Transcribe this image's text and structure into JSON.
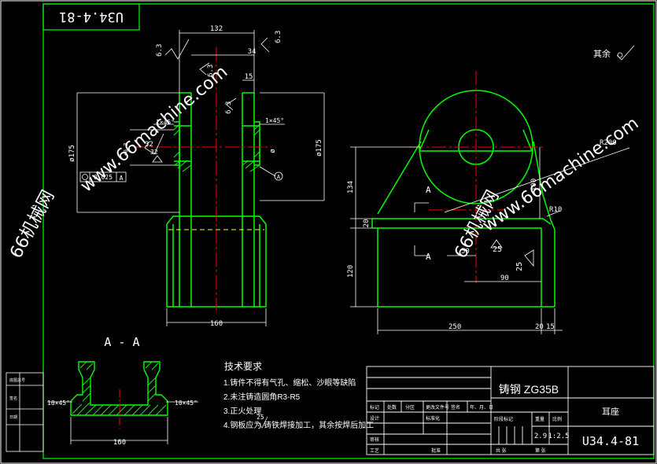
{
  "title_tag": "U34.4-81",
  "roughness": {
    "others_label": "其余",
    "values": [
      "6.3",
      "6.3",
      "6.3",
      "6.3",
      "32",
      "25",
      "25",
      "25"
    ]
  },
  "dimensions": {
    "top_width": "132",
    "upper_offset": "34",
    "lug_width": "15",
    "chamfer_left": "1×45°",
    "chamfer_right": "1×45°",
    "dia_left": "ø175",
    "dia_right": "ø175",
    "bore": "ø",
    "tolerance": "+0.3",
    "geo_tol": "0.025",
    "datum": "A",
    "base_width": "160",
    "height_134": "134",
    "height_120": "120",
    "height_20": "20",
    "height_100": "100",
    "r200": "R200",
    "r10": "R10",
    "dim_50": "50",
    "dim_90": "90",
    "dim_250": "250",
    "dim_20b": "20",
    "dim_15b": "15",
    "section_mark": "A",
    "section_mark2": "A"
  },
  "section": {
    "label": "A - A",
    "chamfer_left": "10×45°",
    "chamfer_right": "10×45°",
    "width": "160"
  },
  "tech_requirements": {
    "heading": "技术要求",
    "items": [
      "1.铸件不得有气孔、缩松、沙眼等缺陷",
      "2.未注铸造圆角R3-R5",
      "3.正火处理",
      "4.钢板应为    铸铁焊接加工，其余按焊后加工"
    ],
    "item4_rough": "25"
  },
  "title_block": {
    "material": "铸钢 ZG35B",
    "part_name": "耳座",
    "drawing_no": "U34.4-81",
    "head_cells": [
      "标记",
      "处数",
      "分区",
      "更改文件号",
      "签名",
      "年、月、日"
    ],
    "design_label": "设计",
    "std_label": "标准化",
    "review_label": "审核",
    "craft_label": "工艺",
    "approve_label": "批准",
    "stage_label": "阶段标记",
    "weight_label": "重量",
    "scale_label": "比例",
    "weight": "2.9",
    "scale": "1:2.5",
    "sheets_label": "共   张",
    "sheet_label": "第   张"
  },
  "side_strip": [
    "底图总号",
    "签名",
    "日期"
  ],
  "watermarks": [
    "66机械网",
    "www.66machine.com",
    "66机械网",
    "www.66machine.com"
  ]
}
